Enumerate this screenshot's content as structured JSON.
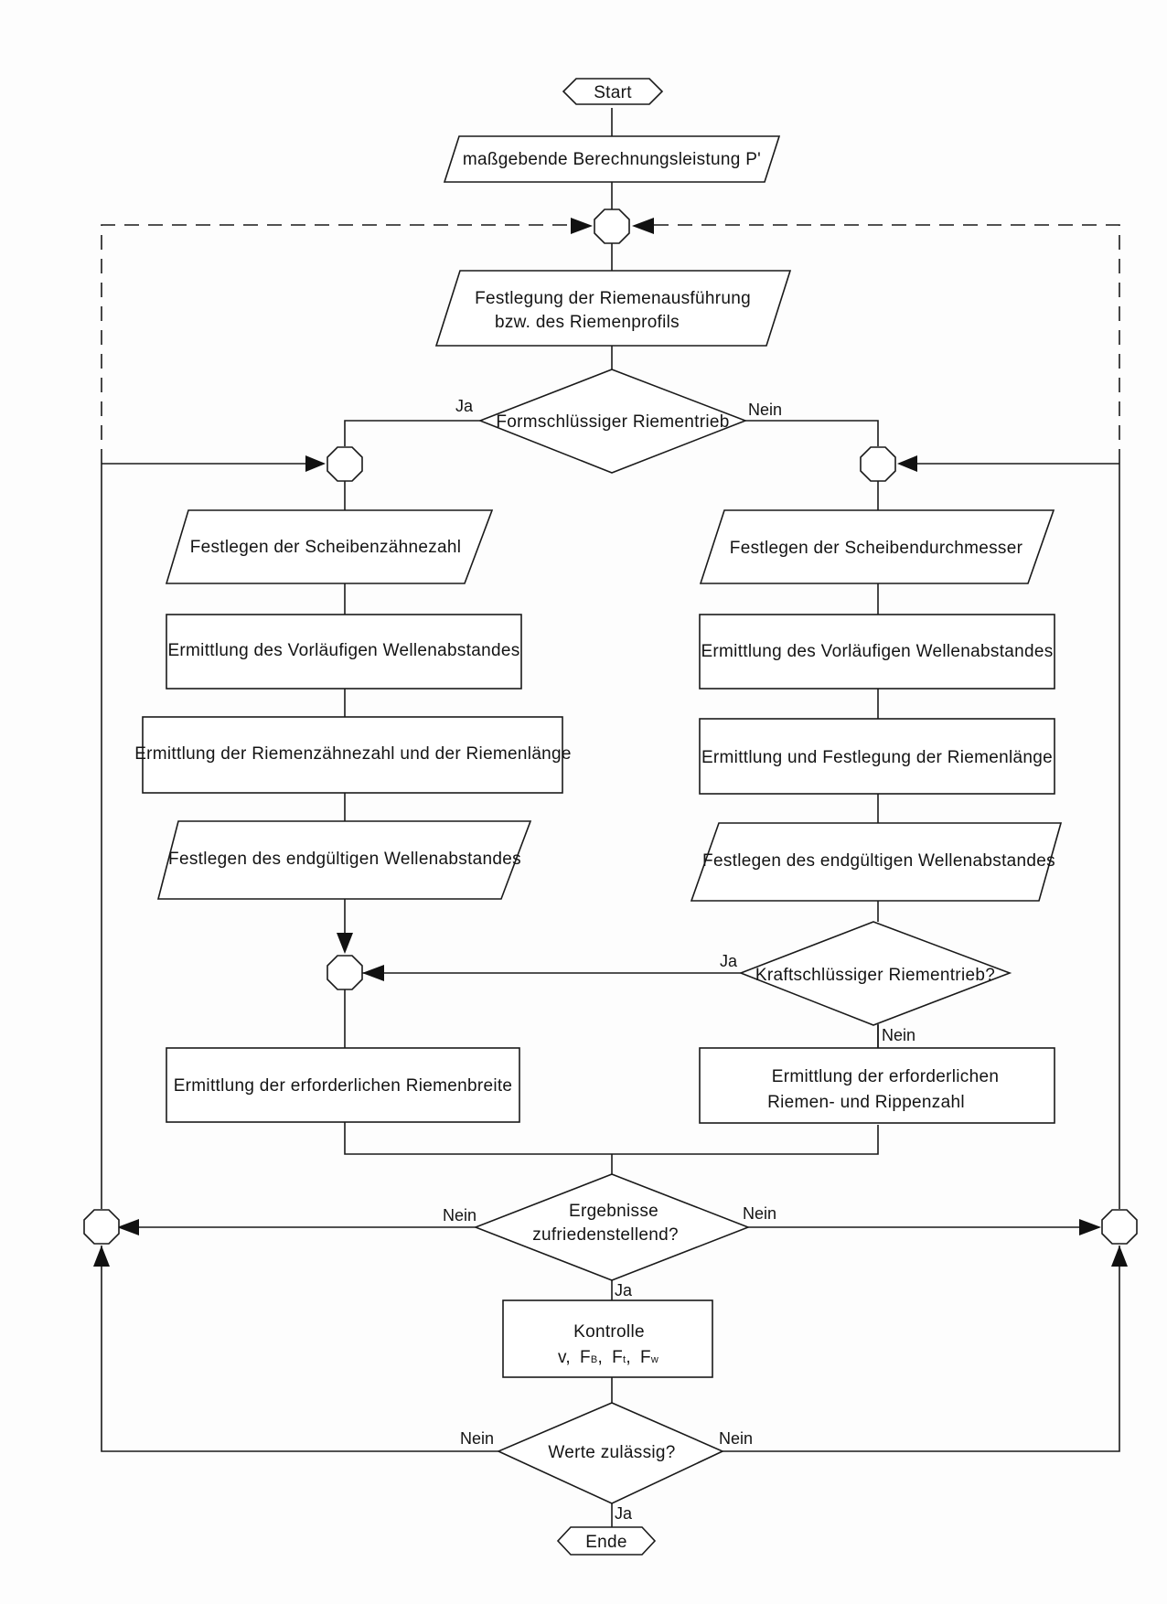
{
  "nodes": {
    "start": "Start",
    "power": "maßgebende Berechnungsleistung P'",
    "belt_type_1": "Festlegung der Riemenausführung",
    "belt_type_2": "bzw. des Riemenprofils",
    "decision_form": "Formschlüssiger Riementrieb",
    "left_teeth": "Festlegen der Scheibenzähnezahl",
    "left_prelim": "Ermittlung des Vorläufigen Wellenabstandes",
    "left_belt": "Ermittlung der Riemenzähnezahl und der Riemenlänge",
    "left_final": "Festlegen des endgültigen Wellenabstandes",
    "right_diam": "Festlegen der Scheibendurchmesser",
    "right_prelim": "Ermittlung des Vorläufigen Wellenabstandes",
    "right_belt": "Ermittlung und Festlegung der Riemenlänge",
    "right_final": "Festlegen des endgültigen Wellenabstandes",
    "decision_kraft": "Kraftschlüssiger Riementrieb?",
    "left_width": "Ermittlung der erforderlichen Riemenbreite",
    "right_ribs_1": "Ermittlung der erforderlichen",
    "right_ribs_2": "Riemen- und Rippenzahl",
    "decision_results_1": "Ergebnisse",
    "decision_results_2": "zufriedenstellend?",
    "control_1": "Kontrolle",
    "control_2": "v,",
    "decision_values": "Werte zulässig?",
    "end": "Ende"
  },
  "control_terms": [
    {
      "main": "F",
      "sub": "B"
    },
    {
      "main": "F",
      "sub": "t"
    },
    {
      "main": "F",
      "sub": "w"
    }
  ],
  "labels": {
    "ja": "Ja",
    "nein": "Nein"
  }
}
